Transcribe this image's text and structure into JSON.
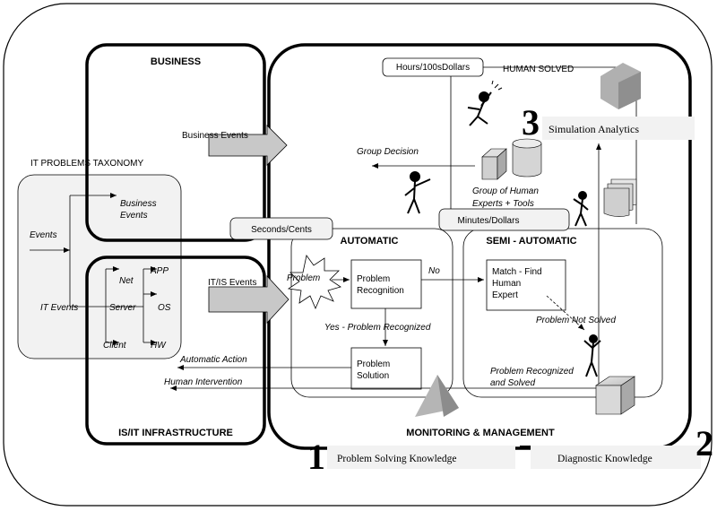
{
  "titles": {
    "business": "BUSINESS",
    "infrastructure": "IS/IT INFRASTRUCTURE",
    "monitoring": "MONITORING & MANAGEMENT",
    "taxonomy": "IT PROBLEMS TAXONOMY",
    "automatic": "AUTOMATIC",
    "semi_automatic": "SEMI - AUTOMATIC",
    "human_solved": "HUMAN SOLVED"
  },
  "cost_labels": {
    "hours": "Hours/100sDollars",
    "seconds": "Seconds/Cents",
    "minutes": "Minutes/Dollars"
  },
  "taxonomy": {
    "events": "Events",
    "business_events_1": "Business",
    "business_events_2": "Events",
    "it_events": "IT Events",
    "net": "Net",
    "app": "APP",
    "server": "Server",
    "os": "OS",
    "client": "Client",
    "hw": "HW"
  },
  "flows": {
    "business_events": "Business Events",
    "itis_events": "IT/IS Events",
    "group_decision": "Group Decision",
    "automatic_action": "Automatic Action",
    "human_intervention": "Human Intervention",
    "problem": "Problem",
    "no": "No",
    "yes_recognized": "Yes - Problem Recognized",
    "problem_not_solved": "Problem Not Solved",
    "recognized_solved_1": "Problem Recognized",
    "recognized_solved_2": "and Solved",
    "group_experts_1": "Group of Human",
    "group_experts_2": "Experts + Tools"
  },
  "boxes": {
    "recognition_1": "Problem",
    "recognition_2": "Recognition",
    "solution_1": "Problem",
    "solution_2": "Solution",
    "match_1": "Match - Find",
    "match_2": "Human",
    "match_3": "Expert"
  },
  "knowledge": {
    "n1": "1",
    "k1": "Problem Solving  Knowledge",
    "n2": "2",
    "k2": "Diagnostic Knowledge",
    "n3": "3",
    "k3": "Simulation Analytics"
  },
  "colors": {
    "panel_fill": "#f2f2f2",
    "arrow_fill": "#c8c8c8",
    "shape_fill": "#a6a6a6"
  }
}
